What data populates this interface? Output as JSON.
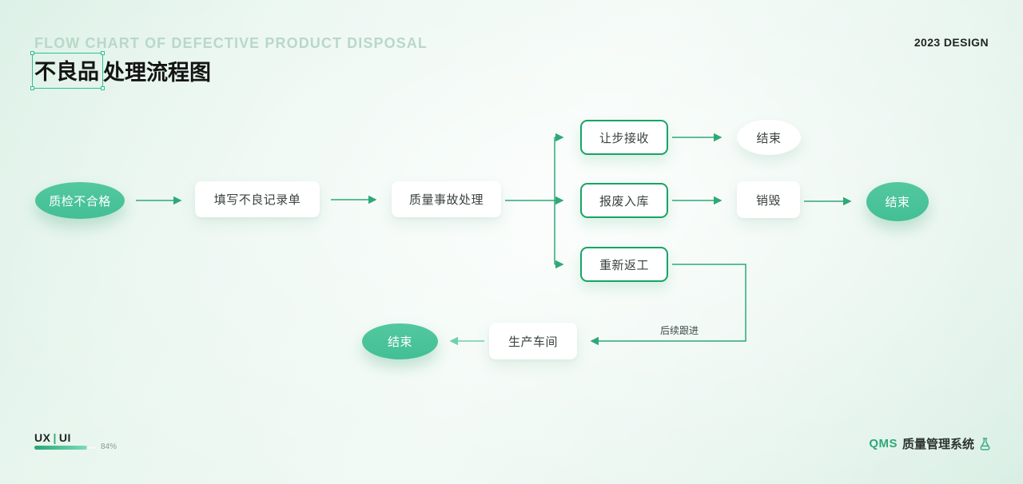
{
  "header": {
    "subtitle": "FLOW CHART OF DEFECTIVE PRODUCT DISPOSAL",
    "title_highlight": "不良品",
    "title_rest": "处理流程图",
    "badge": "2023 DESIGN"
  },
  "flow": {
    "start": "质检不合格",
    "fill_record": "填写不良记录单",
    "incident": "质量事故处理",
    "concession": "让步接收",
    "scrap_in": "报废入库",
    "rework": "重新返工",
    "end_top": "结束",
    "destroy": "销毁",
    "end_right": "结束",
    "workshop": "生产车间",
    "end_bottom": "结束",
    "followup_label": "后续跟进"
  },
  "footer": {
    "ux": "UX",
    "separator": "|",
    "ui": "UI",
    "progress": "84%",
    "brand_abbr": "QMS",
    "brand_name": "质量管理系统"
  },
  "colors": {
    "accent_green": "#2fa877",
    "deep_green_border": "#17a464",
    "ellipse_fill": "#48c39a",
    "light_arrow": "#6fd0a9",
    "subtitle_green": "#b9d8ca",
    "selection_green": "#2fbf8d"
  }
}
